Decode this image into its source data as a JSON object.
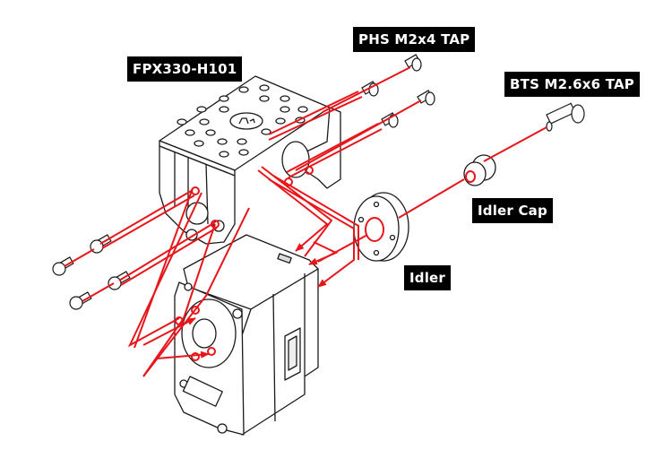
{
  "title": "FPX330-H101 bracket assembly exploded view",
  "labels": {
    "bracket": "FPX330-H101",
    "phs_screw": "PHS M2x4 TAP",
    "bts_screw": "BTS M2.6x6 TAP",
    "idler_cap": "Idler Cap",
    "idler": "Idler"
  },
  "colors": {
    "line_art": "#1a1a1a",
    "assembly_path": "#e8161b",
    "label_bg": "#000000",
    "label_text": "#ffffff",
    "background": "#ffffff"
  },
  "parts": [
    {
      "id": "bracket",
      "name": "FPX330-H101"
    },
    {
      "id": "servo",
      "name": "Servo"
    },
    {
      "id": "idler",
      "name": "Idler"
    },
    {
      "id": "idler-cap",
      "name": "Idler Cap"
    },
    {
      "id": "phs-screws",
      "name": "PHS M2x4 TAP",
      "count": 8
    },
    {
      "id": "bts-screw",
      "name": "BTS M2.6x6 TAP",
      "count": 1
    }
  ]
}
